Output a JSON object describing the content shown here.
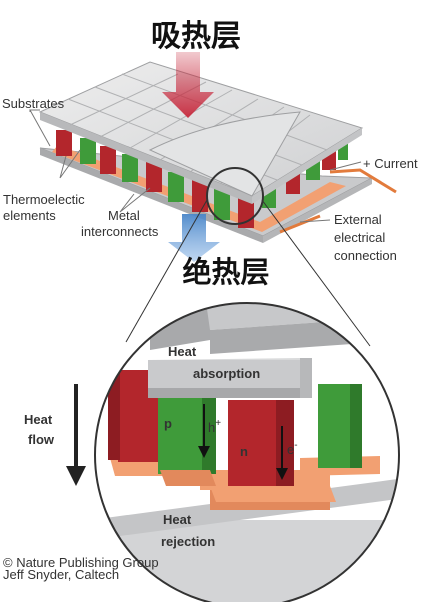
{
  "titles": {
    "top": "吸热层",
    "middle": "绝热层"
  },
  "labels": {
    "substrates": "Substrates",
    "current": "+ Current",
    "thermo_1": "Thermoelectic",
    "thermo_2": "elements",
    "metal_1": "Metal",
    "metal_2": "interconnects",
    "external_1": "External",
    "external_2": "electrical",
    "external_3": "connection",
    "heat_flow_1": "Heat",
    "heat_flow_2": "flow",
    "absorption_1": "Heat",
    "absorption_2": "absorption",
    "rejection_1": "Heat",
    "rejection_2": "rejection",
    "p": "p",
    "n": "n",
    "hole": "h",
    "hole_sup": "+",
    "electron": "e",
    "electron_sup": "-",
    "credit_1": "© Nature Publishing Group",
    "credit_2": "Jeff Snyder, Caltech"
  },
  "colors": {
    "p_type": "#3f9b3a",
    "n_type": "#b3262c",
    "interconnect": "#f2a072",
    "substrate": "#d9dadb",
    "arrow_red": "#c7283c",
    "arrow_blue": "#4a86c8"
  }
}
